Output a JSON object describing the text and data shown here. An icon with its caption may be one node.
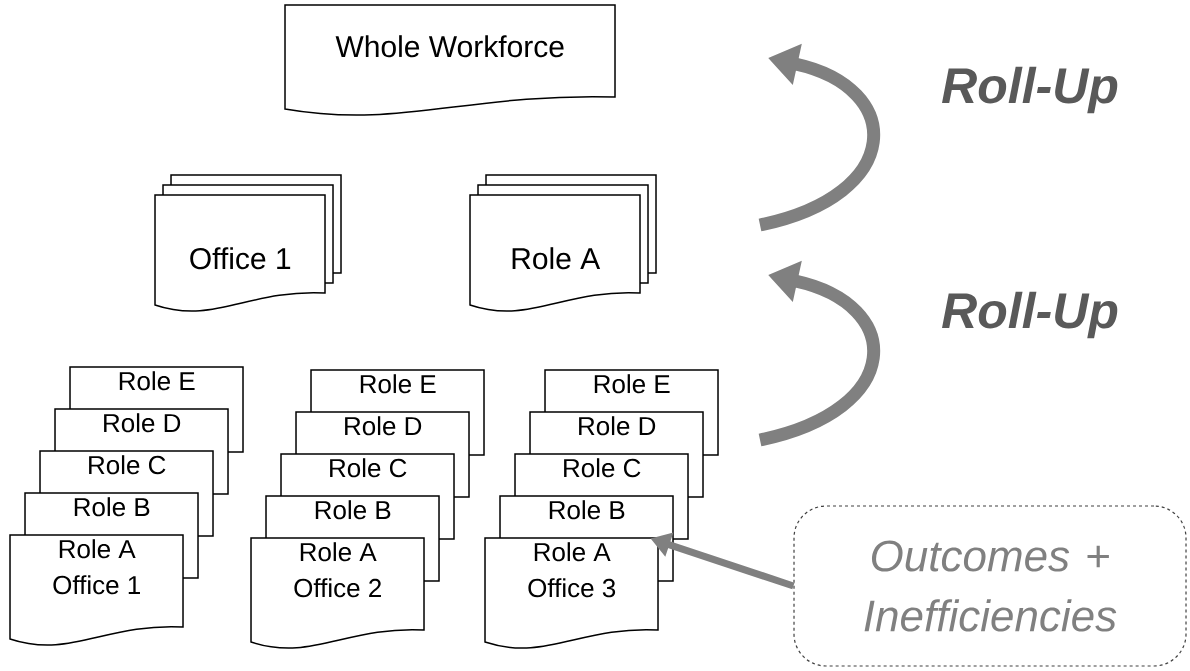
{
  "diagram": {
    "nodes": [
      {
        "text": [
          "Whole Workforce"
        ]
      },
      {
        "text": [
          "Office 1"
        ]
      },
      {
        "text": [
          "Role A"
        ]
      },
      {
        "text": [
          "Role E"
        ]
      },
      {
        "text": [
          "Role D"
        ]
      },
      {
        "text": [
          "Role C"
        ]
      },
      {
        "text": [
          "Role B"
        ]
      },
      {
        "text": [
          "Role A Office 1"
        ]
      },
      {
        "text": [
          "Role E"
        ]
      },
      {
        "text": [
          "Role D"
        ]
      },
      {
        "text": [
          "Role C"
        ]
      },
      {
        "text": [
          "Role B"
        ]
      },
      {
        "text": [
          "Role A Office 2"
        ]
      },
      {
        "text": [
          "Role E"
        ]
      },
      {
        "text": [
          "Role D"
        ]
      },
      {
        "text": [
          "Role C"
        ]
      },
      {
        "text": [
          "Role B"
        ]
      },
      {
        "text": [
          "Role A Office 3"
        ]
      },
      {
        "text": [
          "Outcomes + Inefficiencies"
        ]
      }
    ],
    "edges": [
      {
        "from": 18,
        "to": 16,
        "arrow": "to"
      }
    ],
    "labels": [
      "Roll-Up",
      "Roll-Up"
    ]
  }
}
